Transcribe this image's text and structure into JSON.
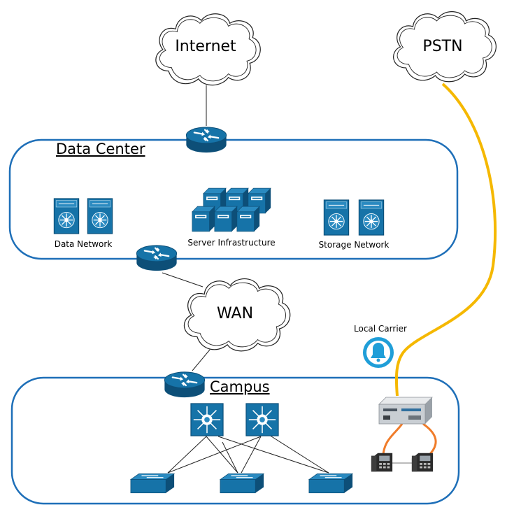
{
  "clouds": {
    "internet": "Internet",
    "pstn": "PSTN",
    "wan": "WAN"
  },
  "zones": {
    "data_center": "Data Center",
    "campus": "Campus"
  },
  "device_labels": {
    "data_network": "Data Network",
    "server_infrastructure": "Server Infrastructure",
    "storage_network": "Storage Network",
    "local_carrier": "Local Carrier"
  },
  "colors": {
    "zone_border": "#1e6fb8",
    "device_blue": "#1673a8",
    "device_dark": "#0d4f78",
    "pstn_link": "#f5b800",
    "phone_link": "#f07c2a",
    "carrier_icon": "#1f9ed8"
  },
  "icons": [
    "router-icon",
    "nexus-switch-icon",
    "server-icon",
    "layer3-switch-icon",
    "workgroup-switch-icon",
    "voice-gateway-icon",
    "ip-phone-icon",
    "carrier-bell-icon",
    "cloud-icon"
  ]
}
